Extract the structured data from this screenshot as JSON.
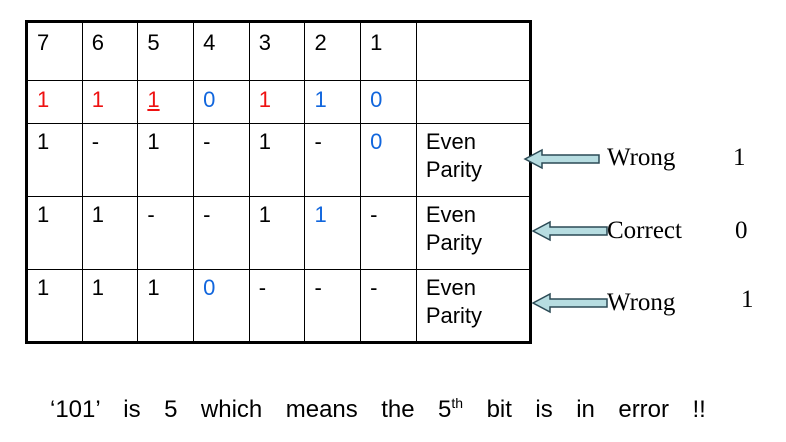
{
  "table": {
    "header": [
      "7",
      "6",
      "5",
      "4",
      "3",
      "2",
      "1",
      ""
    ],
    "rows": [
      [
        {
          "t": "1",
          "c": "red"
        },
        {
          "t": "1",
          "c": "red"
        },
        {
          "t": "1",
          "c": "red",
          "u": true
        },
        {
          "t": "0",
          "c": "blue"
        },
        {
          "t": "1",
          "c": "red"
        },
        {
          "t": "1",
          "c": "blue"
        },
        {
          "t": "0",
          "c": "blue"
        },
        {
          "t": "",
          "c": "black"
        }
      ],
      [
        {
          "t": "1",
          "c": "black"
        },
        {
          "t": "-",
          "c": "black"
        },
        {
          "t": "1",
          "c": "black"
        },
        {
          "t": "-",
          "c": "black"
        },
        {
          "t": "1",
          "c": "black"
        },
        {
          "t": "-",
          "c": "black"
        },
        {
          "t": "0",
          "c": "blue"
        },
        {
          "t": "Even Parity",
          "c": "black"
        }
      ],
      [
        {
          "t": "1",
          "c": "black"
        },
        {
          "t": "1",
          "c": "black"
        },
        {
          "t": "-",
          "c": "black"
        },
        {
          "t": "-",
          "c": "black"
        },
        {
          "t": "1",
          "c": "black"
        },
        {
          "t": "1",
          "c": "blue"
        },
        {
          "t": "-",
          "c": "black"
        },
        {
          "t": "Even Parity",
          "c": "black"
        }
      ],
      [
        {
          "t": "1",
          "c": "black"
        },
        {
          "t": "1",
          "c": "black"
        },
        {
          "t": "1",
          "c": "black"
        },
        {
          "t": "0",
          "c": "blue"
        },
        {
          "t": "-",
          "c": "black"
        },
        {
          "t": "-",
          "c": "black"
        },
        {
          "t": "-",
          "c": "black"
        },
        {
          "t": "Even Parity",
          "c": "black"
        }
      ]
    ]
  },
  "checks": [
    {
      "label": "Wrong",
      "value": "1"
    },
    {
      "label": "Correct",
      "value": "0"
    },
    {
      "label": "Wrong",
      "value": "1"
    }
  ],
  "footer": {
    "pre": "‘101’ is 5 which means the 5",
    "sup": "th",
    "post": " bit is in error !!"
  },
  "colors": {
    "red": "#ee1111",
    "blue": "#1166dd",
    "arrow_fill": "#b7dde1",
    "arrow_stroke": "#2b4a55"
  }
}
